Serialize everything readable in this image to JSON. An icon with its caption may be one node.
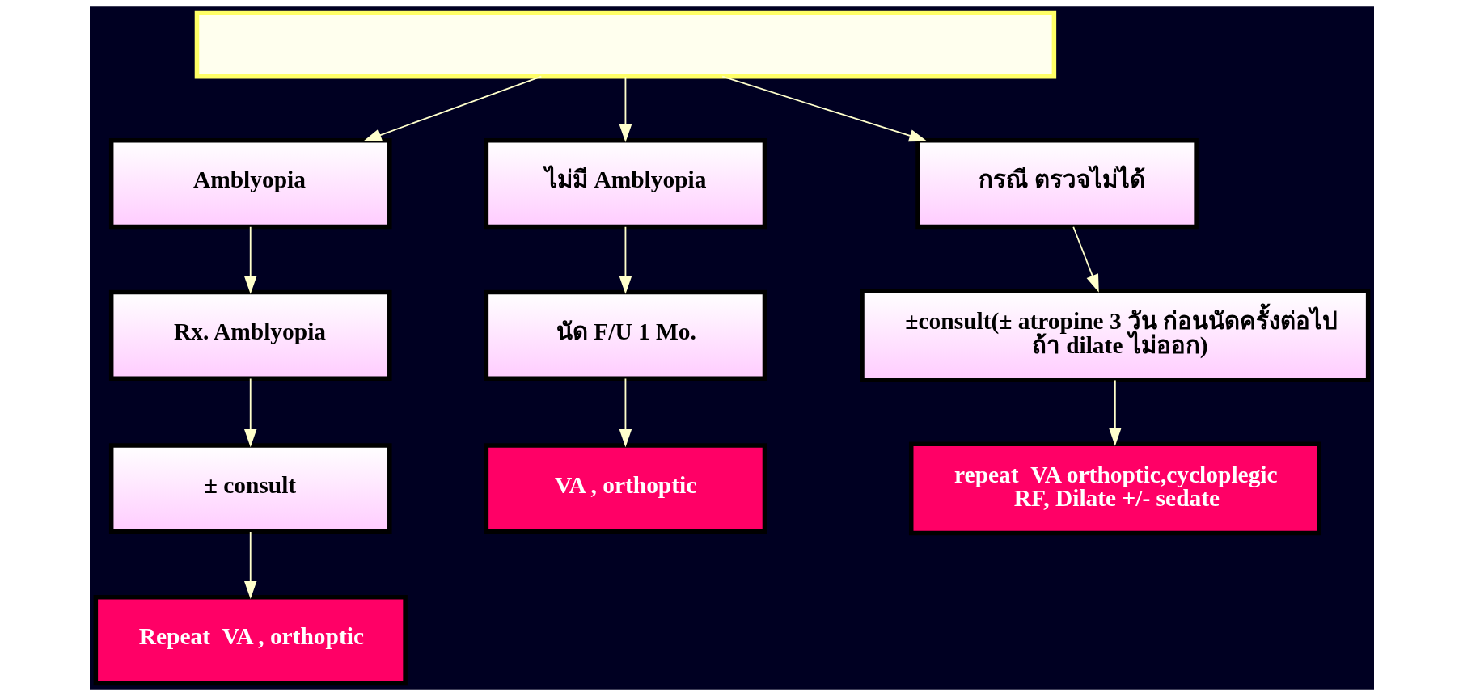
{
  "diagram": {
    "nodes": [
      {
        "text": [],
        "shape": "box"
      },
      {
        "text": [
          "Amblyopia"
        ]
      },
      {
        "text": [
          "ไม่มี Amblyopia"
        ]
      },
      {
        "text": [
          "กรณี ตรวจไม่ได้"
        ]
      },
      {
        "text": [
          "Rx. Amblyopia"
        ]
      },
      {
        "text": [
          "± consult"
        ]
      },
      {
        "text": [
          "Repeat  VA , orthoptic"
        ]
      },
      {
        "text": [
          "นัด F/U 1 Mo."
        ]
      },
      {
        "text": [
          "VA , orthoptic"
        ]
      },
      {
        "text": [
          "±consult(± atropine 3 วัน ก่อนนัดครั้งต่อไป ถ้า dilate ไม่ออก)"
        ]
      },
      {
        "text": [
          "repeat  VA orthoptic,cycloplegic RF, Dilate +/- sedate"
        ]
      }
    ],
    "edges": [
      {
        "from": 0,
        "to": 1,
        "arrow": "to"
      },
      {
        "from": 0,
        "to": 2,
        "arrow": "to"
      },
      {
        "from": 0,
        "to": 3,
        "arrow": "to"
      },
      {
        "from": 1,
        "to": 4,
        "arrow": "to"
      },
      {
        "from": 4,
        "to": 5,
        "arrow": "to"
      },
      {
        "from": 5,
        "to": 6,
        "arrow": "to"
      },
      {
        "from": 2,
        "to": 7,
        "arrow": "to"
      },
      {
        "from": 7,
        "to": 8,
        "arrow": "to"
      },
      {
        "from": 3,
        "to": 9,
        "arrow": "to"
      },
      {
        "from": 9,
        "to": 10,
        "arrow": "to"
      }
    ]
  }
}
